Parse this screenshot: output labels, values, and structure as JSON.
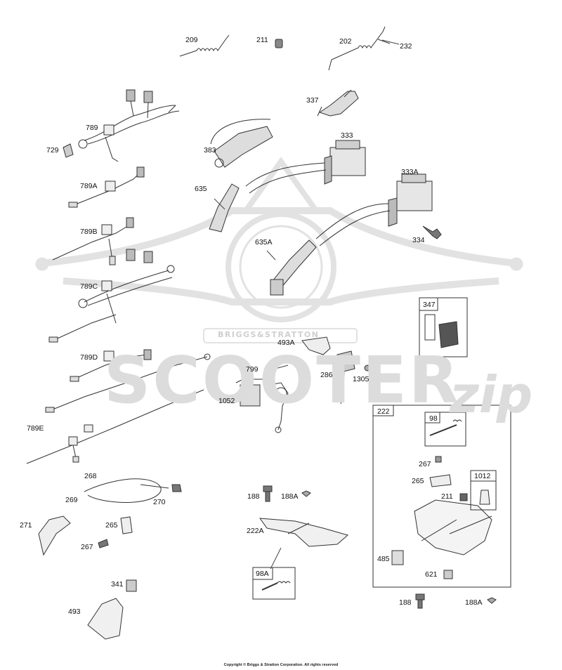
{
  "watermark": {
    "badge": "BRIGGS&STRATTON",
    "wordmark": "SCOOTER",
    "script": "zip"
  },
  "parts": [
    {
      "id": "p209",
      "label": "209"
    },
    {
      "id": "p211a",
      "label": "211"
    },
    {
      "id": "p202",
      "label": "202"
    },
    {
      "id": "p232",
      "label": "232"
    },
    {
      "id": "p337",
      "label": "337"
    },
    {
      "id": "p789",
      "label": "789"
    },
    {
      "id": "p333",
      "label": "333"
    },
    {
      "id": "p729",
      "label": "729"
    },
    {
      "id": "p383",
      "label": "383"
    },
    {
      "id": "p333A",
      "label": "333A"
    },
    {
      "id": "p789A",
      "label": "789A"
    },
    {
      "id": "p635",
      "label": "635"
    },
    {
      "id": "p789B",
      "label": "789B"
    },
    {
      "id": "p334",
      "label": "334"
    },
    {
      "id": "p635A",
      "label": "635A"
    },
    {
      "id": "p789C",
      "label": "789C"
    },
    {
      "id": "p493A",
      "label": "493A"
    },
    {
      "id": "p789D",
      "label": "789D"
    },
    {
      "id": "p799",
      "label": "799"
    },
    {
      "id": "p286",
      "label": "286"
    },
    {
      "id": "p1305",
      "label": "1305"
    },
    {
      "id": "p1052",
      "label": "1052"
    },
    {
      "id": "p789E",
      "label": "789E"
    },
    {
      "id": "p267a",
      "label": "267"
    },
    {
      "id": "p265a",
      "label": "265"
    },
    {
      "id": "p268",
      "label": "268"
    },
    {
      "id": "p269",
      "label": "269"
    },
    {
      "id": "p270",
      "label": "270"
    },
    {
      "id": "p188a",
      "label": "188"
    },
    {
      "id": "p188Aa",
      "label": "188A"
    },
    {
      "id": "p211b",
      "label": "211"
    },
    {
      "id": "p271",
      "label": "271"
    },
    {
      "id": "p265b",
      "label": "265"
    },
    {
      "id": "p222A",
      "label": "222A"
    },
    {
      "id": "p267b",
      "label": "267"
    },
    {
      "id": "p485",
      "label": "485"
    },
    {
      "id": "p621",
      "label": "621"
    },
    {
      "id": "p341",
      "label": "341"
    },
    {
      "id": "p493",
      "label": "493"
    },
    {
      "id": "p188b",
      "label": "188"
    },
    {
      "id": "p188Ab",
      "label": "188A"
    }
  ],
  "boxes": [
    {
      "id": "box347",
      "label": "347"
    },
    {
      "id": "box222",
      "label": "222"
    },
    {
      "id": "box98",
      "label": "98"
    },
    {
      "id": "box1012",
      "label": "1012"
    },
    {
      "id": "box98A",
      "label": "98A"
    }
  ],
  "copyright": "Copyright © Briggs & Stratton Corporation. All rights reserved"
}
